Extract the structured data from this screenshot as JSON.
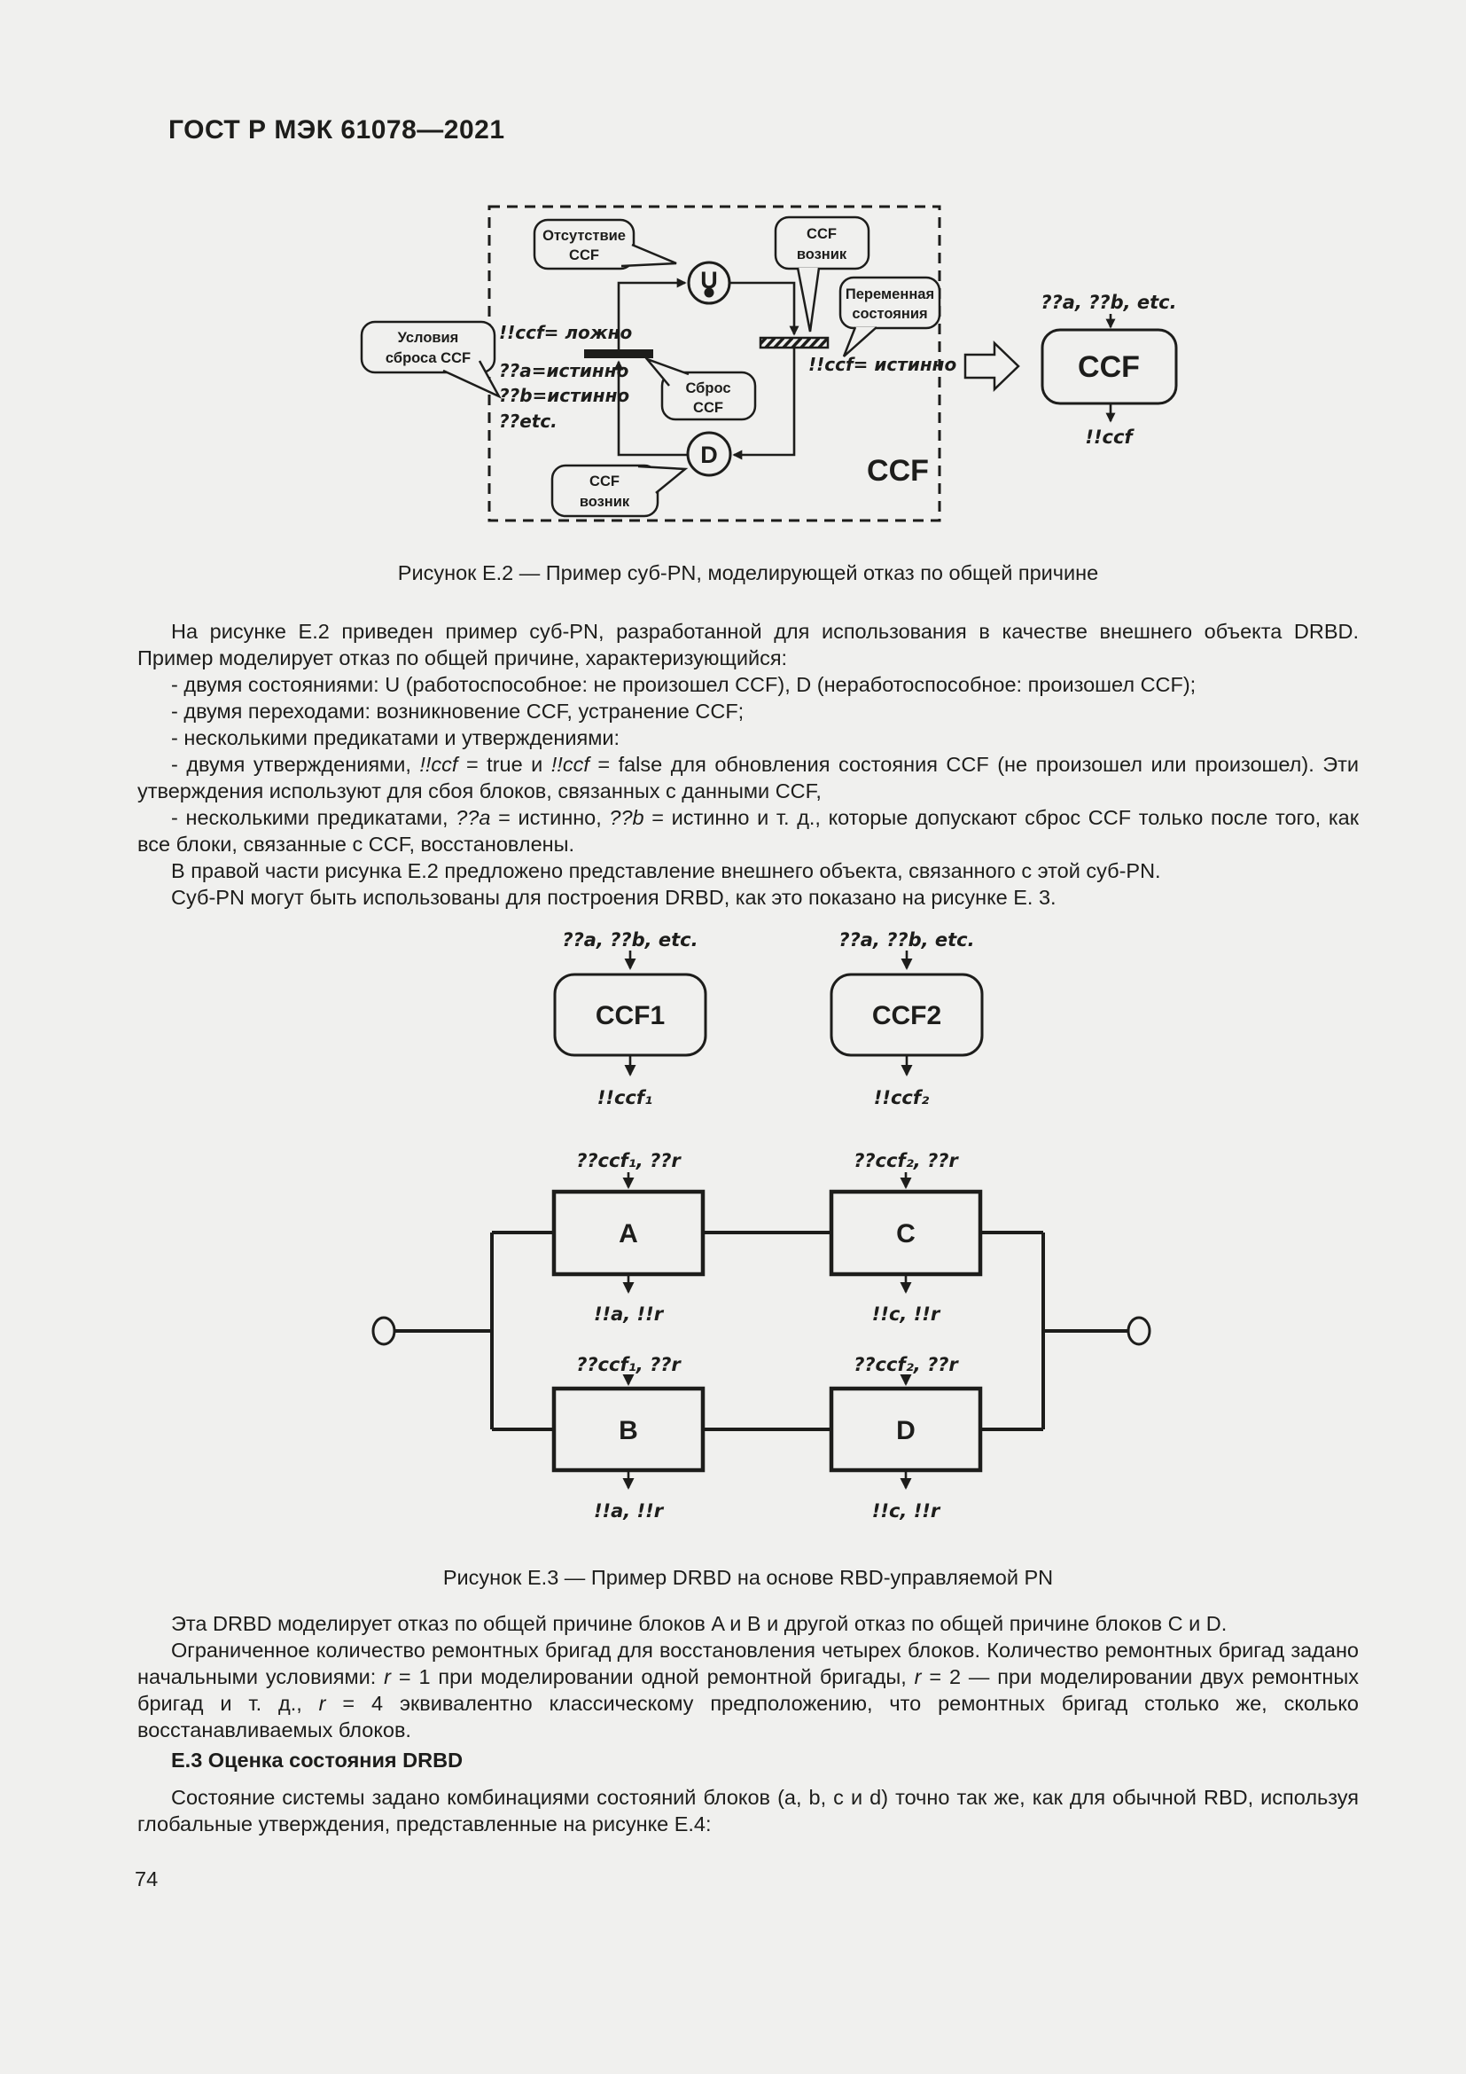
{
  "page": {
    "header": "ГОСТ Р МЭК 61078—2021",
    "page_number": "74",
    "background": "#f0f0ee",
    "ink": "#1d1d1b"
  },
  "fig_e2": {
    "caption": "Рисунок Е.2 — Пример суб-PN, моделирующей отказ по общей причине",
    "bubbles": {
      "no_ccf": {
        "line1": "Отсутствие",
        "line2": "CCF"
      },
      "ccf_top": {
        "line1": "CCF",
        "line2": "возник"
      },
      "state_var": {
        "line1": "Переменная",
        "line2": "состояния"
      },
      "reset_cond": {
        "line1": "Условия",
        "line2": "сброса CCF"
      },
      "reset": {
        "line1": "Сброс",
        "line2": "CCF"
      },
      "ccf_bottom": {
        "line1": "CCF",
        "line2": "возник"
      }
    },
    "places": {
      "up": "U",
      "down": "D"
    },
    "assertions": [
      "!!ccf= ложно",
      "??a=истинно",
      "??b=истинно",
      "??etc."
    ],
    "assertion_true": "!!ccf= истинно",
    "box_label": "CCF",
    "external": {
      "inputs": "??a, ??b, etc.",
      "box": "CCF",
      "output": "!!ccf"
    }
  },
  "fig_e3": {
    "caption": "Рисунок Е.3 — Пример DRBD на основе RBD-управляемой PN",
    "ccf1": {
      "inputs": "??a, ??b, etc.",
      "label": "CCF1",
      "output": "!!ccf₁"
    },
    "ccf2": {
      "inputs": "??a, ??b, etc.",
      "label": "CCF2",
      "output": "!!ccf₂"
    },
    "blocks": {
      "a": {
        "inputs": "??ccf₁, ??r",
        "label": "A",
        "outputs": "!!a, !!r"
      },
      "c": {
        "inputs": "??ccf₂, ??r",
        "label": "C",
        "outputs": "!!c, !!r"
      },
      "b": {
        "inputs": "??ccf₁, ??r",
        "label": "B",
        "outputs": "!!a, !!r"
      },
      "d": {
        "inputs": "??ccf₂, ??r",
        "label": "D",
        "outputs": "!!c, !!r"
      }
    }
  },
  "text": {
    "para_e2": [
      [
        {
          "t": "На рисунке Е.2 приведен пример суб-PN, разработанной для использования в качестве внешнего объекта DRBD. Пример моделирует отказ по общей причине, характеризующийся:"
        }
      ],
      [
        {
          "t": "- двумя состояниями: U (работоспособное: не произошел CCF), D (неработоспособное: произошел CCF);"
        }
      ],
      [
        {
          "t": "- двумя переходами: возникновение CCF, устранение CCF;"
        }
      ],
      [
        {
          "t": "- несколькими предикатами и утверждениями:"
        }
      ],
      [
        {
          "t": "- двумя утверждениями, "
        },
        {
          "t": "!!ccf",
          "i": true
        },
        {
          "t": " = true и "
        },
        {
          "t": "!!ccf",
          "i": true
        },
        {
          "t": " = false для обновления состояния CCF (не произошел или произошел). Эти утверждения используют для сбоя блоков, связанных с данными CCF,"
        }
      ],
      [
        {
          "t": "- несколькими предикатами, "
        },
        {
          "t": "??a",
          "i": true
        },
        {
          "t": " = истинно, "
        },
        {
          "t": "??b",
          "i": true
        },
        {
          "t": " = истинно и т. д., которые допускают сброс CCF только после того, как все блоки, связанные с CCF, восстановлены."
        }
      ],
      [
        {
          "t": "В правой части рисунка Е.2 предложено представление внешнего объекта, связанного с этой суб-PN."
        }
      ],
      [
        {
          "t": "Суб-PN могут быть использованы для построения DRBD, как это показано на рисунке Е. 3."
        }
      ]
    ],
    "para_e3": [
      [
        {
          "t": "Эта DRBD моделирует отказ по общей причине блоков A и B и другой отказ по общей причине блоков C и D."
        }
      ],
      [
        {
          "t": "Ограниченное количество ремонтных бригад для восстановления четырех блоков. Количество ремонтных бригад задано начальными условиями: "
        },
        {
          "t": "r",
          "i": true
        },
        {
          "t": " = 1 при моделировании одной ремонтной бригады, "
        },
        {
          "t": "r",
          "i": true
        },
        {
          "t": " = 2 — при моделировании двух ремонтных бригад и т. д., "
        },
        {
          "t": "r",
          "i": true
        },
        {
          "t": " = 4 эквивалентно классическому предположению, что ремонтных бригад столько же, сколько восстанавливаемых блоков."
        }
      ]
    ],
    "heading_e3": "Е.3 Оценка состояния DRBD",
    "para_final": [
      [
        {
          "t": "Состояние системы задано комбинациями состояний блоков (a, b, c и d) точно так же, как для обычной RBD, используя глобальные утверждения, представленные на рисунке Е.4:"
        }
      ]
    ]
  }
}
